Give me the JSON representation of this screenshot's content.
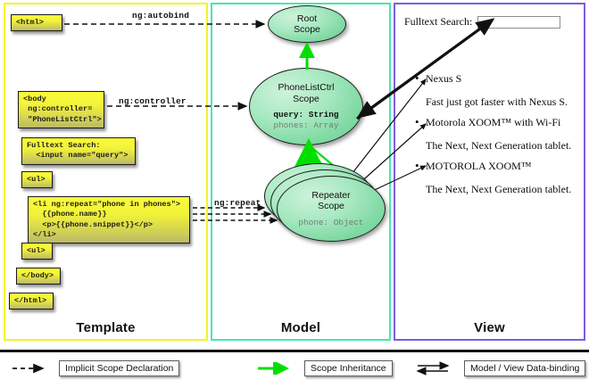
{
  "panels": [
    {
      "id": "template",
      "label": "Template",
      "border_color": "#f5f51e"
    },
    {
      "id": "model",
      "label": "Model",
      "border_color": "#44eaa4"
    },
    {
      "id": "view",
      "label": "View",
      "border_color": "#7b5de0"
    }
  ],
  "template": {
    "code_boxes": [
      {
        "name": "html-open-tag",
        "text": "<html>"
      },
      {
        "name": "body-controller-tag",
        "text": "<body\n ng:controller=\n \"PhoneListCtrl\">"
      },
      {
        "name": "fulltext-search-markup",
        "text": "Fulltext Search:\n  <input name=\"query\">"
      },
      {
        "name": "ul-open-tag",
        "text": "<ul>"
      },
      {
        "name": "li-ngrepeat-markup",
        "text": "<li ng:repeat=\"phone in phones\">\n  {{phone.name}}\n  <p>{{phone.snippet}}</p>\n</li>"
      },
      {
        "name": "ul-close-tag",
        "text": "<ul>"
      },
      {
        "name": "body-close-tag",
        "text": "</body>"
      },
      {
        "name": "html-close-tag",
        "text": "</html>"
      }
    ]
  },
  "model": {
    "scopes": [
      {
        "name": "root-scope",
        "title": "Root\nScope",
        "title_lines": [
          "Root",
          "Scope"
        ],
        "properties": []
      },
      {
        "name": "phonelistctrl-scope",
        "title_lines": [
          "PhoneListCtrl",
          "Scope"
        ],
        "properties": [
          {
            "text": "query: String",
            "emphasis": "strong"
          },
          {
            "text": "phones: Array",
            "emphasis": "dim"
          }
        ]
      },
      {
        "name": "repeater-scope",
        "title_lines": [
          "Repeater",
          "Scope"
        ],
        "properties": [
          {
            "text": "phone: Object",
            "emphasis": "dim"
          }
        ]
      }
    ]
  },
  "view": {
    "search_label": "Fulltext Search:",
    "search_value": "",
    "search_placeholder": "",
    "phones": [
      {
        "name": "Nexus S",
        "snippet": "Fast just got faster with Nexus S."
      },
      {
        "name": "Motorola XOOM™  with Wi-Fi",
        "snippet": "The Next, Next Generation tablet."
      },
      {
        "name": "MOTOROLA XOOM™",
        "snippet": "The Next, Next Generation tablet."
      }
    ]
  },
  "edge_labels": [
    {
      "name": "ng-autobind-label",
      "text": "ng:autobind"
    },
    {
      "name": "ng-controller-label",
      "text": "ng:controller"
    },
    {
      "name": "ng-repeat-label",
      "text": "ng:repeat"
    }
  ],
  "legend": [
    {
      "name": "implicit-scope-declaration",
      "label": "Implicit Scope Declaration",
      "arrow": "dashed-black",
      "color": "#111111"
    },
    {
      "name": "scope-inheritance",
      "label": "Scope Inheritance",
      "arrow": "solid-green",
      "color": "#00e000"
    },
    {
      "name": "model-view-data-binding",
      "label": "Model / View Data-binding",
      "arrow": "double-black",
      "color": "#111111"
    }
  ],
  "colors": {
    "code_box_fill_top": "#fbfb3a",
    "code_box_fill_bottom": "#b9b96a",
    "scope_fill": "#8fe0b0",
    "inheritance_arrow": "#00e000",
    "template_border": "#f5f51e",
    "model_border": "#44eaa4",
    "view_border": "#7b5de0"
  }
}
